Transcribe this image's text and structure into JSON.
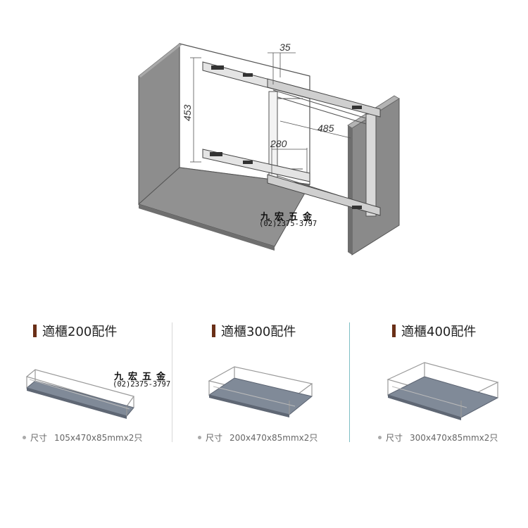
{
  "diagram": {
    "dim_top": "35",
    "dim_height": "453",
    "dim_depth": "485",
    "dim_inner": "280"
  },
  "brand": {
    "name": "九宏五金",
    "phone": "(02)2375-3797"
  },
  "panels": [
    {
      "title": "適櫃200配件",
      "size_label": "尺寸",
      "size_value": "105x470x85mmx2只"
    },
    {
      "title": "適櫃300配件",
      "size_label": "尺寸",
      "size_value": "200x470x85mmx2只"
    },
    {
      "title": "適櫃400配件",
      "size_label": "尺寸",
      "size_value": "300x470x85mmx2只"
    }
  ],
  "colors": {
    "accent_bar": "#6a2f17",
    "divider_gray": "#d8d8d8",
    "divider_teal": "#7fbfc4"
  }
}
